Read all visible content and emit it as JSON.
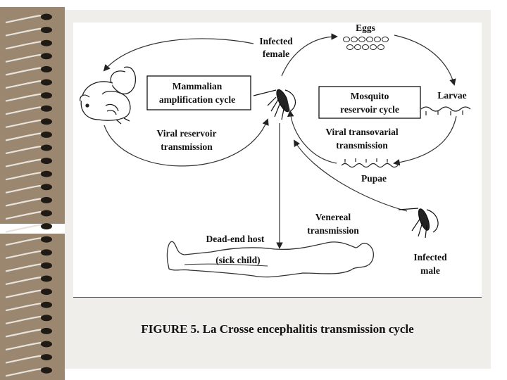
{
  "caption": "FIGURE 5. La Crosse encephalitis transmission cycle",
  "labels": {
    "infected_female": [
      "Infected",
      "female"
    ],
    "eggs": "Eggs",
    "larvae": "Larvae",
    "pupae": "Pupae",
    "mammalian_cycle": [
      "Mammalian",
      "amplification cycle"
    ],
    "mosquito_cycle": [
      "Mosquito",
      "reservoir cycle"
    ],
    "viral_reservoir": [
      "Viral reservoir",
      "transmission"
    ],
    "viral_transovarial": [
      "Viral transovarial",
      "transmission"
    ],
    "venereal": [
      "Venereal",
      "transmission"
    ],
    "dead_end_host": "Dead-end host",
    "sick_child": "(sick child)",
    "infected_male": [
      "Infected",
      "male"
    ]
  },
  "icons": [
    "chipmunk-icon",
    "mosquito-icon",
    "eggs-icon",
    "larvae-icon",
    "pupae-icon",
    "child-silhouette-icon"
  ],
  "colors": {
    "binding": "#9b8670",
    "paper": "#f0eeea",
    "ink": "#111111"
  }
}
